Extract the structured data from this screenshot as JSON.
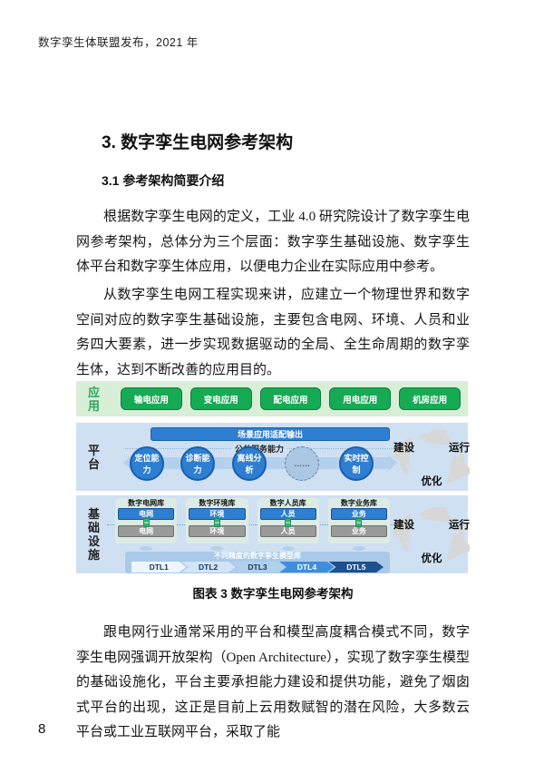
{
  "page": {
    "header": "数字孪生体联盟发布，2021 年",
    "page_number": "8"
  },
  "content": {
    "title": "3. 数字孪生电网参考架构",
    "subtitle": "3.1 参考架构简要介绍",
    "paragraph1": "根据数字孪生电网的定义，工业 4.0 研究院设计了数字孪生电网参考架构，总体分为三个层面：数字孪生基础设施、数字孪生体平台和数字孪生体应用，以便电力企业在实际应用中参考。",
    "paragraph2": "从数字孪生电网工程实现来讲，应建立一个物理世界和数字空间对应的数字孪生基础设施，主要包含电网、环境、人员和业务四大要素，进一步实现数据驱动的全局、全生命周期的数字孪生体，达到不断改善的应用目的。",
    "figure_caption": "图表 3 数字孪生电网参考架构",
    "paragraph3": "跟电网行业通常采用的平台和模型高度耦合模式不同，数字孪生电网强调开放架构（Open Architecture），实现了数字孪生模型的基础设施化，平台主要承担能力建设和提供功能，避免了烟囱式平台的出现，这正是目前上云用数赋智的潜在风险，大多数云平台或工业互联网平台，采取了能"
  },
  "diagram": {
    "application_layer": {
      "label": "应用",
      "apps": [
        "输电应用",
        "变电应用",
        "配电应用",
        "用电应用",
        "机房应用"
      ]
    },
    "platform_layer": {
      "label": "平台",
      "output_bar": "场景应用适配输出",
      "service_label": "公共服务能力",
      "capabilities": [
        "定位能力",
        "诊断能力",
        "离线分析",
        "……",
        "实时控制"
      ]
    },
    "infrastructure_layer": {
      "label": "基础设施",
      "groups": [
        {
          "title": "数字电网库",
          "digital": "电网",
          "physical": "电网"
        },
        {
          "title": "数字环境库",
          "digital": "环境",
          "physical": "环境"
        },
        {
          "title": "数字人员库",
          "digital": "人员",
          "physical": "人员"
        },
        {
          "title": "数字业务库",
          "digital": "业务",
          "physical": "业务"
        }
      ],
      "model_bar": "不同精度的数字孪生模型库",
      "dtl_levels": [
        "DTL1",
        "DTL2",
        "DTL3",
        "DTL4",
        "DTL5"
      ]
    },
    "cycle": {
      "build": "建设",
      "run": "运行",
      "optimize": "优化"
    },
    "colors": {
      "app_strip": "#d9eed6",
      "app_button": "#17aa55",
      "blue_strip": "#cfe0f2",
      "blue_box": "#2e7ed1",
      "gray_box": "#9a9a9a",
      "band": "#b3d0ec",
      "dtl_band": "#a9c9e9",
      "dtl_levels": [
        "#eef5fc",
        "#d2e4f6",
        "#b1d0ec",
        "#3e8ede",
        "#1d4f91"
      ],
      "connector_green": "#2db673",
      "cycle_arrow": "#d7d7d7"
    }
  }
}
